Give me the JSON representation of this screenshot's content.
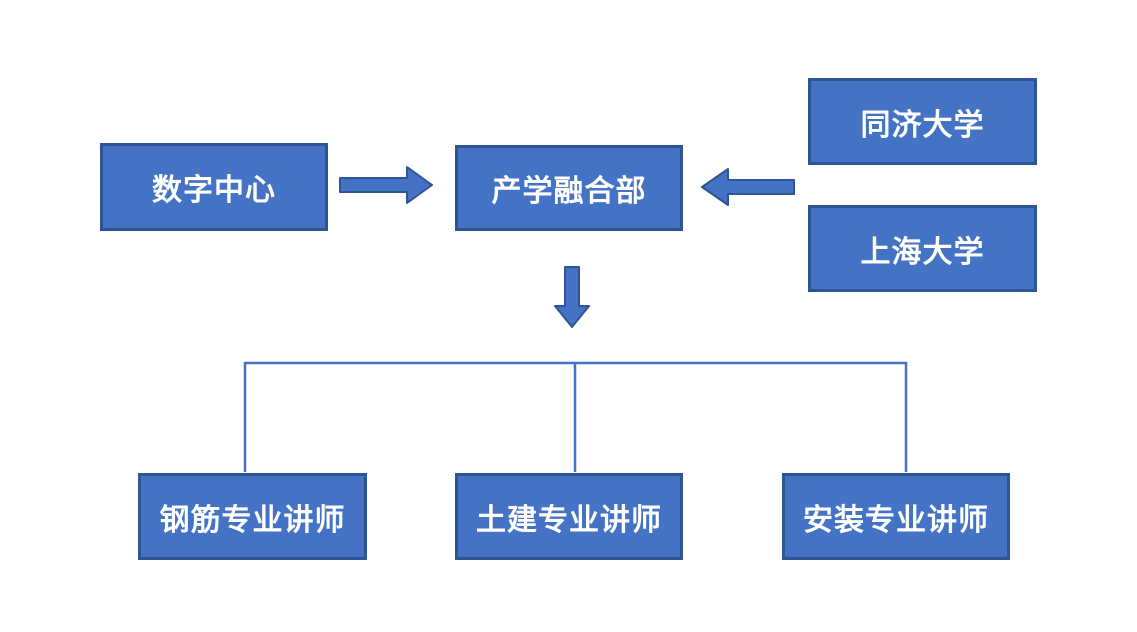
{
  "colors": {
    "node_fill": "#4472C4",
    "node_border": "#2F5496",
    "connector": "#4472C4",
    "arrow_fill": "#4472C4",
    "arrow_border": "#2F5496",
    "text_color": "#FFFFFF",
    "bg": "#FFFFFF"
  },
  "diagram": {
    "type": "org-flowchart",
    "nodes": {
      "digital_center": {
        "label": "数字中心"
      },
      "integration_dept": {
        "label": "产学融合部"
      },
      "tongji": {
        "label": "同济大学"
      },
      "shanghai": {
        "label": "上海大学"
      },
      "rebar_lecturer": {
        "label": "钢筋专业讲师"
      },
      "civil_lecturer": {
        "label": "土建专业讲师"
      },
      "install_lecturer": {
        "label": "安装专业讲师"
      }
    },
    "edges": [
      {
        "from": "digital_center",
        "to": "integration_dept",
        "style": "block-arrow",
        "direction": "right"
      },
      {
        "from": "tongji",
        "to": "integration_dept",
        "style": "block-arrow",
        "direction": "left"
      },
      {
        "from": "shanghai",
        "to": "integration_dept",
        "style": "block-arrow",
        "direction": "left"
      },
      {
        "from": "integration_dept",
        "to": "rebar_lecturer",
        "style": "block-arrow-then-elbow",
        "direction": "down"
      },
      {
        "from": "integration_dept",
        "to": "civil_lecturer",
        "style": "block-arrow-then-elbow",
        "direction": "down"
      },
      {
        "from": "integration_dept",
        "to": "install_lecturer",
        "style": "block-arrow-then-elbow",
        "direction": "down"
      }
    ]
  }
}
